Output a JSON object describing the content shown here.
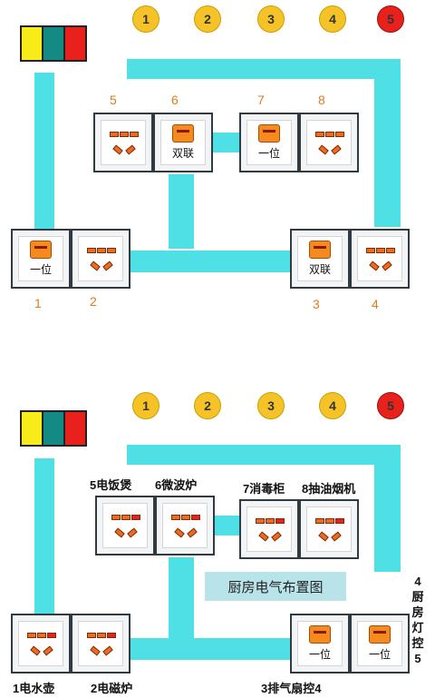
{
  "colors": {
    "duct": "#4fe0e6",
    "circle": "#f5c227",
    "circle_highlight": "#e8211c",
    "legend": [
      "#f7ec1a",
      "#138a84",
      "#e8211c"
    ],
    "number": "#e07a1f",
    "socket_pin": "#ef6a1f",
    "switch": "#f58a1f"
  },
  "top": {
    "circuits": [
      "1",
      "2",
      "3",
      "4",
      "5"
    ],
    "socket_numbers": [
      "5",
      "6",
      "7",
      "8",
      "1",
      "2",
      "3",
      "4"
    ],
    "switch_labels": {
      "double": "双联",
      "single": "一位"
    }
  },
  "bottom": {
    "circuits": [
      "1",
      "2",
      "3",
      "4",
      "5"
    ],
    "appliances": [
      "5电饭煲",
      "6微波炉",
      "7消毒柜",
      "8抽油烟机",
      "1电水壶",
      "2电磁炉",
      "3排气扇控4"
    ],
    "title": "厨房电气布置图",
    "side_label": [
      "4",
      "厨",
      "房",
      "灯",
      "控",
      "5"
    ],
    "switch_labels": {
      "single": "一位"
    }
  }
}
